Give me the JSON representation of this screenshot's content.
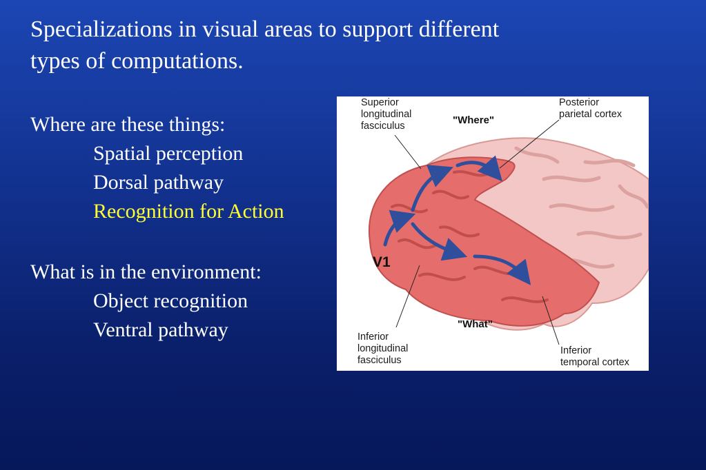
{
  "slide": {
    "title_lines": [
      "Specializations in visual areas to support different",
      "types of computations."
    ],
    "where_section": {
      "heading": "Where are these things:",
      "items": [
        "Spatial perception",
        "Dorsal pathway",
        "Recognition for Action"
      ]
    },
    "what_section": {
      "heading": "What is in the environment:",
      "items": [
        "Object recognition",
        "Ventral pathway"
      ]
    },
    "highlight_color": "#ffff33",
    "background_color": "#0a1f6a"
  },
  "figure": {
    "labels": {
      "slf": [
        "Superior",
        "longitudinal",
        "fasciculus"
      ],
      "where": "\"Where\"",
      "ppc": [
        "Posterior",
        "parietal cortex"
      ],
      "v1": "V1",
      "ilf": [
        "Inferior",
        "longitudinal",
        "fasciculus"
      ],
      "what": "\"What\"",
      "itc": [
        "Inferior",
        "temporal cortex"
      ]
    },
    "colors": {
      "cortex_highlight": "#e56e6c",
      "cortex_plain": "#f3c7c5",
      "arrow": "#2f4f9c"
    }
  }
}
